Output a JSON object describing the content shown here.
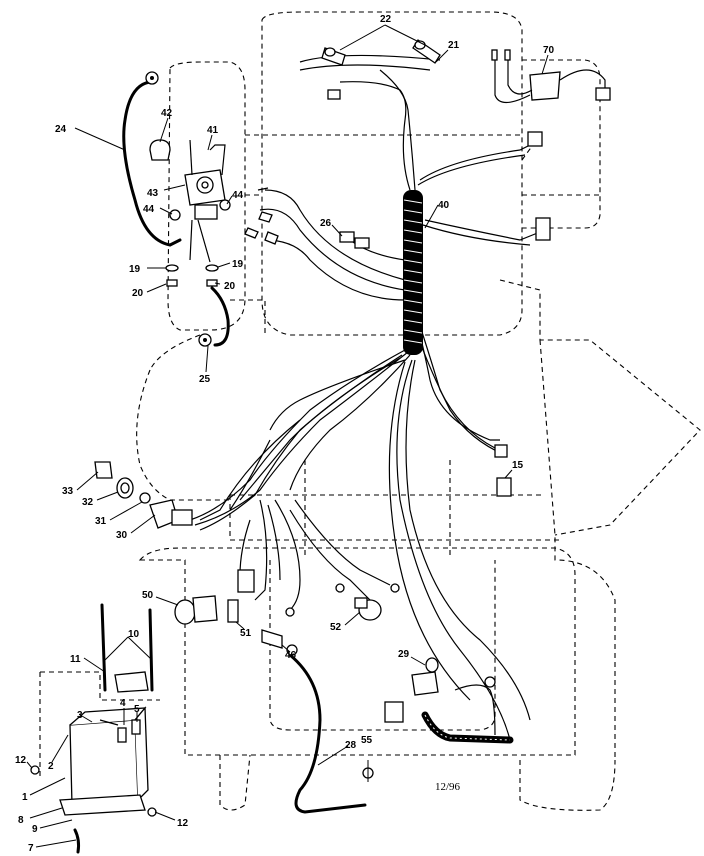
{
  "callouts": [
    {
      "id": "c22",
      "text": "22"
    },
    {
      "id": "c21",
      "text": "21"
    },
    {
      "id": "c70",
      "text": "70"
    },
    {
      "id": "c42",
      "text": "42"
    },
    {
      "id": "c41",
      "text": "41"
    },
    {
      "id": "c24",
      "text": "24"
    },
    {
      "id": "c43",
      "text": "43"
    },
    {
      "id": "c44a",
      "text": "44"
    },
    {
      "id": "c44b",
      "text": "44"
    },
    {
      "id": "c40",
      "text": "40"
    },
    {
      "id": "c26",
      "text": "26"
    },
    {
      "id": "c19a",
      "text": "19"
    },
    {
      "id": "c19b",
      "text": "19"
    },
    {
      "id": "c20a",
      "text": "20"
    },
    {
      "id": "c20b",
      "text": "20"
    },
    {
      "id": "c25",
      "text": "25"
    },
    {
      "id": "c15",
      "text": "15"
    },
    {
      "id": "c33",
      "text": "33"
    },
    {
      "id": "c32",
      "text": "32"
    },
    {
      "id": "c31",
      "text": "31"
    },
    {
      "id": "c30",
      "text": "30"
    },
    {
      "id": "c50",
      "text": "50"
    },
    {
      "id": "c51",
      "text": "51"
    },
    {
      "id": "c46",
      "text": "46"
    },
    {
      "id": "c52",
      "text": "52"
    },
    {
      "id": "c11",
      "text": "11"
    },
    {
      "id": "c10",
      "text": "10"
    },
    {
      "id": "c3",
      "text": "3"
    },
    {
      "id": "c4",
      "text": "4"
    },
    {
      "id": "c5",
      "text": "5"
    },
    {
      "id": "c12a",
      "text": "12"
    },
    {
      "id": "c2",
      "text": "2"
    },
    {
      "id": "c1",
      "text": "1"
    },
    {
      "id": "c8",
      "text": "8"
    },
    {
      "id": "c9",
      "text": "9"
    },
    {
      "id": "c7",
      "text": "7"
    },
    {
      "id": "c12b",
      "text": "12"
    },
    {
      "id": "c29",
      "text": "29"
    },
    {
      "id": "c28",
      "text": "28"
    },
    {
      "id": "c55",
      "text": "55"
    }
  ],
  "date_stamp": "12/96"
}
